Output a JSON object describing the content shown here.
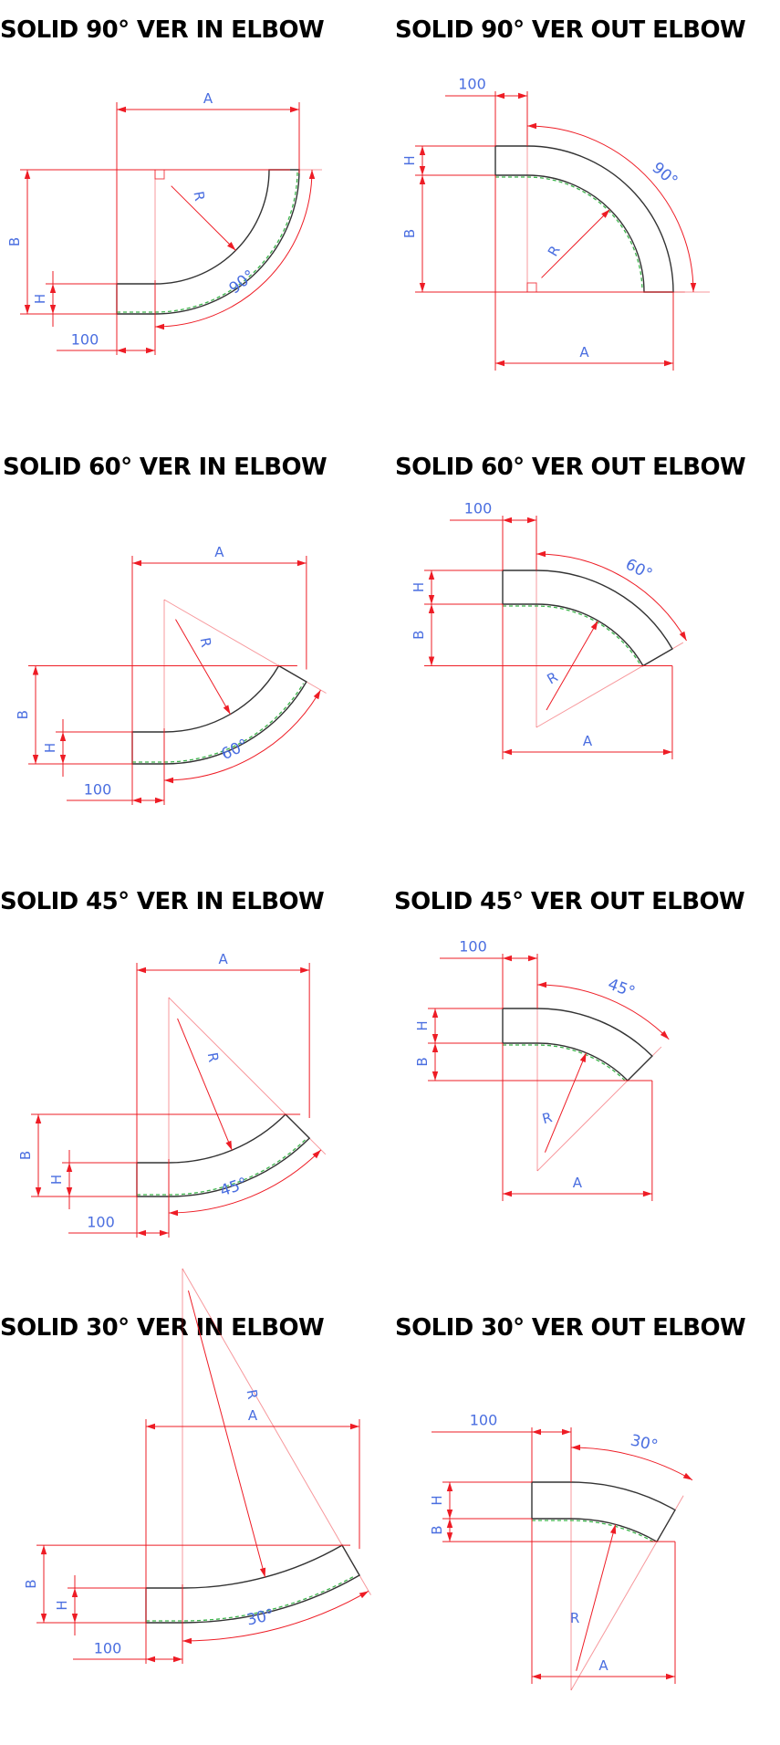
{
  "panels": [
    {
      "title": "SOLID 90° VER IN ELBOW",
      "angle": "90°",
      "dim_a": "A",
      "dim_b": "B",
      "dim_h": "H",
      "dim_r": "R",
      "dim_100": "100"
    },
    {
      "title": "SOLID 90° VER OUT ELBOW",
      "angle": "90°",
      "dim_a": "A",
      "dim_b": "B",
      "dim_h": "H",
      "dim_r": "R",
      "dim_100": "100"
    },
    {
      "title": "SOLID 60° VER IN ELBOW",
      "angle": "60°",
      "dim_a": "A",
      "dim_b": "B",
      "dim_h": "H",
      "dim_r": "R",
      "dim_100": "100"
    },
    {
      "title": "SOLID 60° VER OUT ELBOW",
      "angle": "60°",
      "dim_a": "A",
      "dim_b": "B",
      "dim_h": "H",
      "dim_r": "R",
      "dim_100": "100"
    },
    {
      "title": "SOLID 45° VER IN ELBOW",
      "angle": "45°",
      "dim_a": "A",
      "dim_b": "B",
      "dim_h": "H",
      "dim_r": "R",
      "dim_100": "100"
    },
    {
      "title": "SOLID 45° VER OUT ELBOW",
      "angle": "45°",
      "dim_a": "A",
      "dim_b": "B",
      "dim_h": "H",
      "dim_r": "R",
      "dim_100": "100"
    },
    {
      "title": "SOLID 30° VER IN ELBOW",
      "angle": "30°",
      "dim_a": "A",
      "dim_b": "B",
      "dim_h": "H",
      "dim_r": "R",
      "dim_100": "100"
    },
    {
      "title": "SOLID 30° VER OUT ELBOW",
      "angle": "30°",
      "dim_a": "A",
      "dim_b": "B",
      "dim_h": "H",
      "dim_r": "R",
      "dim_100": "100"
    }
  ],
  "colors": {
    "dimension": "#ee1c25",
    "label": "#4a6ee0",
    "body": "#333333",
    "seam": "#3cb44b"
  }
}
